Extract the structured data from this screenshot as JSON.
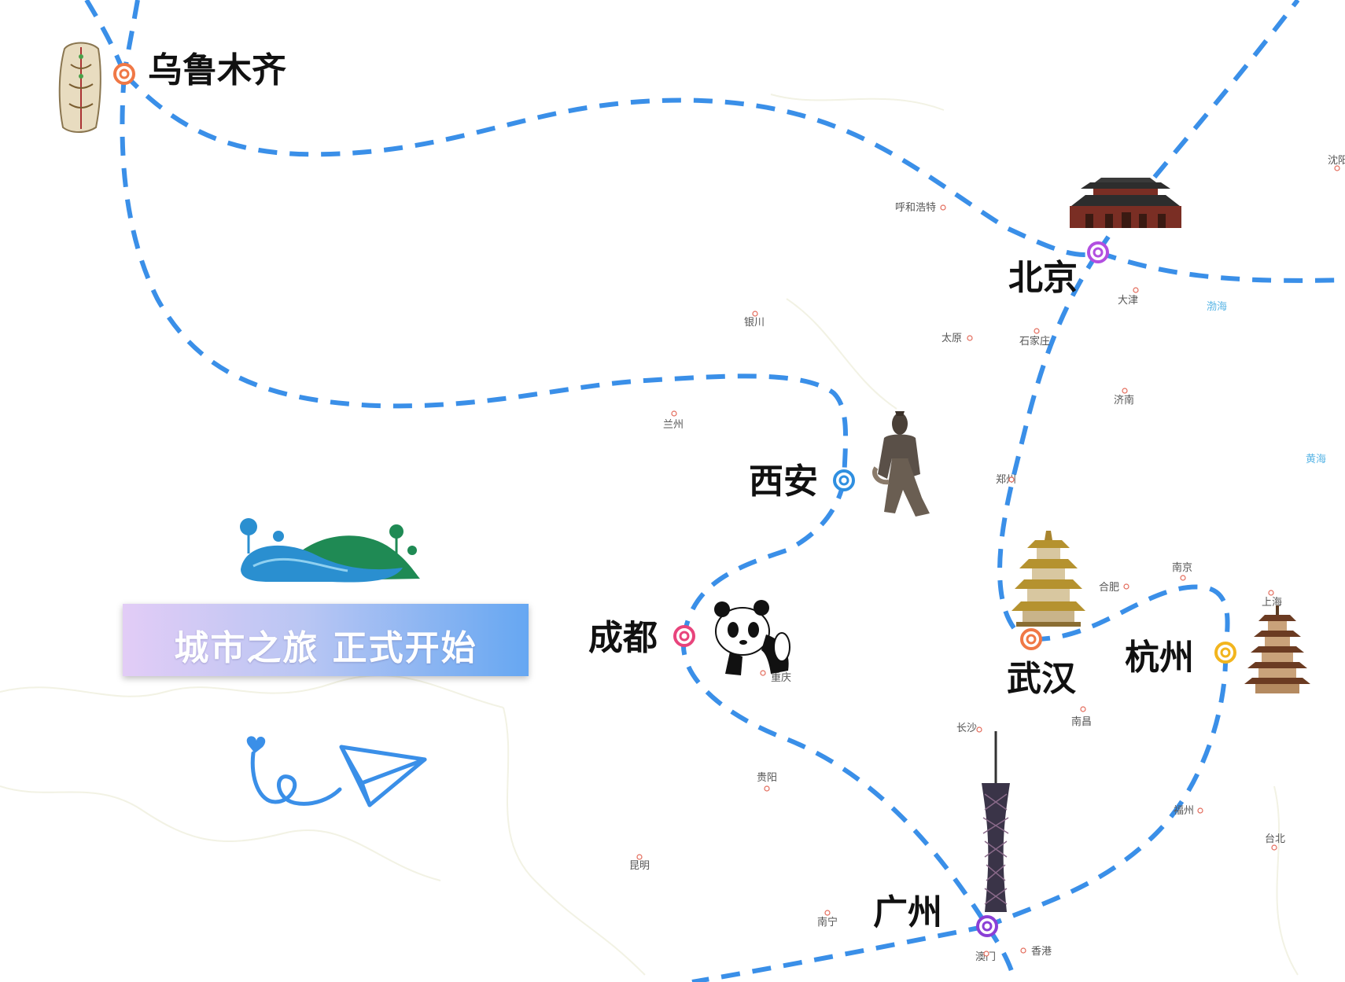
{
  "banner": {
    "text": "城市之旅 正式开始"
  },
  "major_cities": [
    {
      "name": "乌鲁木齐",
      "marker_color": "#f07846",
      "landmark": "stone-carving-icon"
    },
    {
      "name": "北京",
      "marker_color": "#b24fe0",
      "landmark": "tiananmen-icon"
    },
    {
      "name": "西安",
      "marker_color": "#2f8fe0",
      "landmark": "terracotta-warrior-icon"
    },
    {
      "name": "成都",
      "marker_color": "#e8447c",
      "landmark": "panda-icon"
    },
    {
      "name": "武汉",
      "marker_color": "#f07846",
      "landmark": "yellow-crane-tower-icon"
    },
    {
      "name": "杭州",
      "marker_color": "#f2b51e",
      "landmark": "pagoda-icon"
    },
    {
      "name": "广州",
      "marker_color": "#8a3fd6",
      "landmark": "canton-tower-icon"
    }
  ],
  "minor_cities": [
    "呼和浩特",
    "银川",
    "太原",
    "石家庄",
    "大津",
    "济南",
    "兰州",
    "郑州",
    "合肥",
    "南京",
    "上海",
    "重庆",
    "长沙",
    "南昌",
    "贵阳",
    "福州",
    "台北",
    "昆明",
    "南宁",
    "澳门",
    "香港",
    "沈阳"
  ],
  "sea_labels": [
    "渤海",
    "黄海"
  ],
  "route_color": "#3a8fe8"
}
